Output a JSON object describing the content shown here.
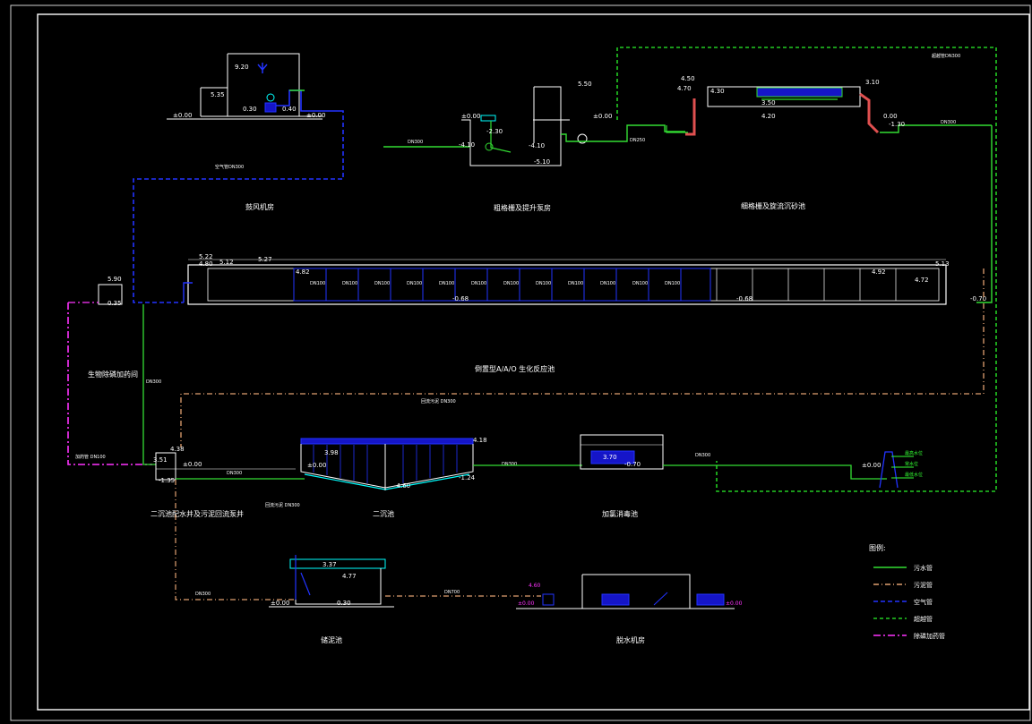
{
  "colors": {
    "background": "#000000",
    "frame": "#ffffff",
    "sewage_pipe": "#33dd33",
    "sludge_pipe": "#e0a070",
    "air_pipe": "#2233ff",
    "overflow_pipe": "#22cc22",
    "chemical_pipe": "#ff33ff",
    "structure": "#ffffff",
    "fill_blue": "#1515c8",
    "elevation": "#ffff00",
    "water": "#00ffff"
  },
  "structures": {
    "blower_room": {
      "title": "鼓风机房",
      "el_top": "9.20",
      "el_mid": "5.35",
      "el_water": "0.30",
      "el_pump": "0.40",
      "el_ground_l": "±0.00",
      "el_ground_r": "±0.00"
    },
    "screen_pump": {
      "title": "粗格栅及提升泵房",
      "el_top": "5.50",
      "el_ground": "±0.00",
      "el_mid": "-2.30",
      "el_low": "-4.10",
      "el_bottom": "-5.10",
      "el_left": "-4.10",
      "el_right": "±0.00",
      "pipe_in": "DN300"
    },
    "fine_screen": {
      "title": "细格栅及旋流沉砂池",
      "el_a": "4.50",
      "el_b": "4.70",
      "el_c": "4.30",
      "el_d": "3.50",
      "el_e": "4.20",
      "el_f": "3.10",
      "el_out": "0.00",
      "el_g": "-1.30",
      "pipe_up": "DN250",
      "pipe_r": "DN300",
      "note": "超越管DN300"
    },
    "bioreactor": {
      "title": "倒置型A/A/O 生化反应池",
      "el_top": "5.22",
      "el_a": "4.80",
      "el_b": "5.12",
      "el_c": "5.27",
      "el_d": "4.82",
      "el_e": "4.92",
      "el_f": "5.13",
      "el_g": "4.72",
      "el_bottom": "-0.68",
      "el_out": "-0.70",
      "el_right_mid": "-0.68",
      "diffusers": [
        "DN100",
        "DN100",
        "DN100",
        "DN100",
        "DN100",
        "DN100",
        "DN100",
        "DN100",
        "DN100",
        "DN100",
        "DN100",
        "DN100"
      ]
    },
    "carbon_dosing": {
      "title": "生物除磷加药间",
      "el_a": "5.90",
      "el_b": "0.35"
    },
    "distribution_well": {
      "title": "二沉池配水井及污泥回流泵井",
      "el_a": "4.38",
      "el_b": "3.51",
      "el_c": "±0.00",
      "el_d": "-1.35"
    },
    "secondary_clarifier": {
      "title": "二沉池",
      "el_a": "4.18",
      "el_b": "3.98",
      "el_c": "±0.00",
      "el_d": "-4.60",
      "el_e": "-1.24",
      "pipe": "DN300",
      "note": "回流污泥 DN300"
    },
    "disinfection": {
      "title": "加氯消毒池",
      "el_a": "3.70",
      "el_b": "-0.70",
      "pipe": "DN300"
    },
    "outfall": {
      "el_a": "±0.00",
      "levels": [
        "最高水位",
        "常水位",
        "最低水位"
      ]
    },
    "sludge_thickener": {
      "title": "储泥池",
      "el_a": "3.37",
      "el_b": "4.77",
      "el_c": "±0.00",
      "el_d": "0.30",
      "pipe": "DN300"
    },
    "dewatering_room": {
      "title": "脱水机房",
      "el_a": "4.60",
      "el_b": "±0.00",
      "el_c": "±0.00",
      "pipe": "DN700"
    }
  },
  "pipe_notes": {
    "air_main": "空气管DN300",
    "return_sludge": "回流污泥 DN300",
    "overflow": "超越管DN300",
    "chem_pipe": "加药管 DN100",
    "gravity": "DN300",
    "bio_in": "DN300"
  },
  "legend": {
    "title": "图例:",
    "items": [
      {
        "label": "污水管",
        "key": "sewage_pipe",
        "dash": ""
      },
      {
        "label": "污泥管",
        "key": "sludge_pipe",
        "dash": "6,3,1,3"
      },
      {
        "label": "空气管",
        "key": "air_pipe",
        "dash": "5,3"
      },
      {
        "label": "超越管",
        "key": "overflow_pipe",
        "dash": "4,3"
      },
      {
        "label": "除磷加药管",
        "key": "chemical_pipe",
        "dash": "8,3,2,3"
      }
    ]
  }
}
